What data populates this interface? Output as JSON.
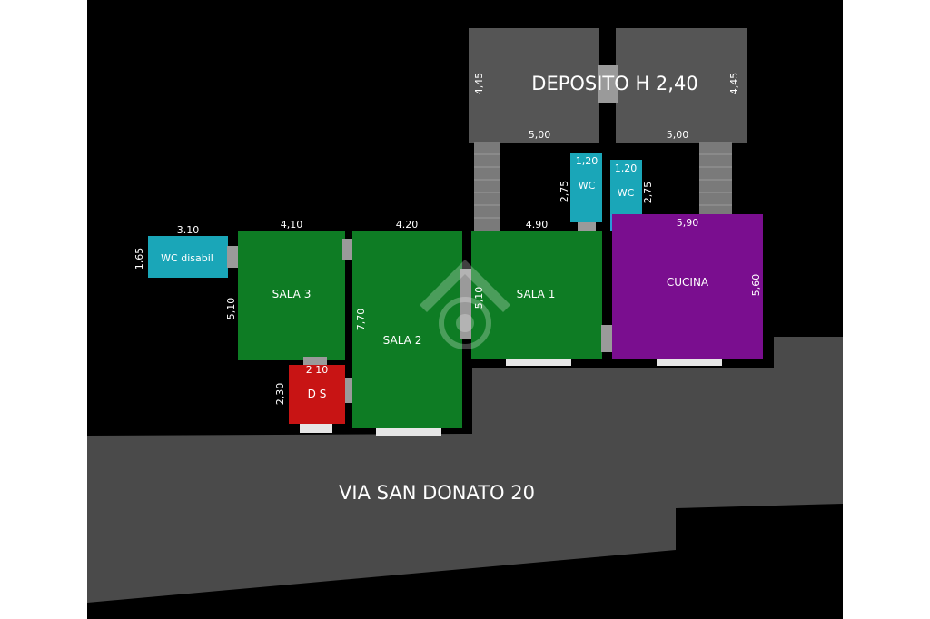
{
  "colors": {
    "background": "#000000",
    "street": "#4a4a4a",
    "deposit": "#555555",
    "sala": "#0e7c24",
    "wc": "#1aa6b8",
    "ds": "#c81414",
    "cucina": "#7a0e8f",
    "door": "#9a9a9a",
    "window": "#e6e6e6",
    "stairs": "#7a7a7a"
  },
  "deposito": {
    "label": "DEPOSITO H 2,40",
    "width_left": "5,00",
    "width_right": "5,00",
    "height_left": "4,45",
    "height_right": "4,45"
  },
  "wc_upper_left": {
    "label": "WC",
    "width": "1,20",
    "height": "2,75"
  },
  "wc_upper_right": {
    "label": "WC",
    "width": "1,20",
    "height": "2,75"
  },
  "wc_disabled": {
    "label": "WC disabil",
    "width": "3.10",
    "height": "1,65"
  },
  "sala_3": {
    "label": "SALA 3",
    "width": "4,10",
    "height": "5,10"
  },
  "sala_2": {
    "label": "SALA 2",
    "width": "4.20",
    "height": "7,70"
  },
  "sala_1": {
    "label": "SALA 1",
    "width": "4.90",
    "height": "5,10"
  },
  "cucina": {
    "label": "CUCINA",
    "width": "5,90",
    "height": "5,60"
  },
  "ds": {
    "label": "D S",
    "width": "2 10",
    "height": "2,30"
  },
  "street": {
    "label": "VIA SAN DONATO 20"
  }
}
